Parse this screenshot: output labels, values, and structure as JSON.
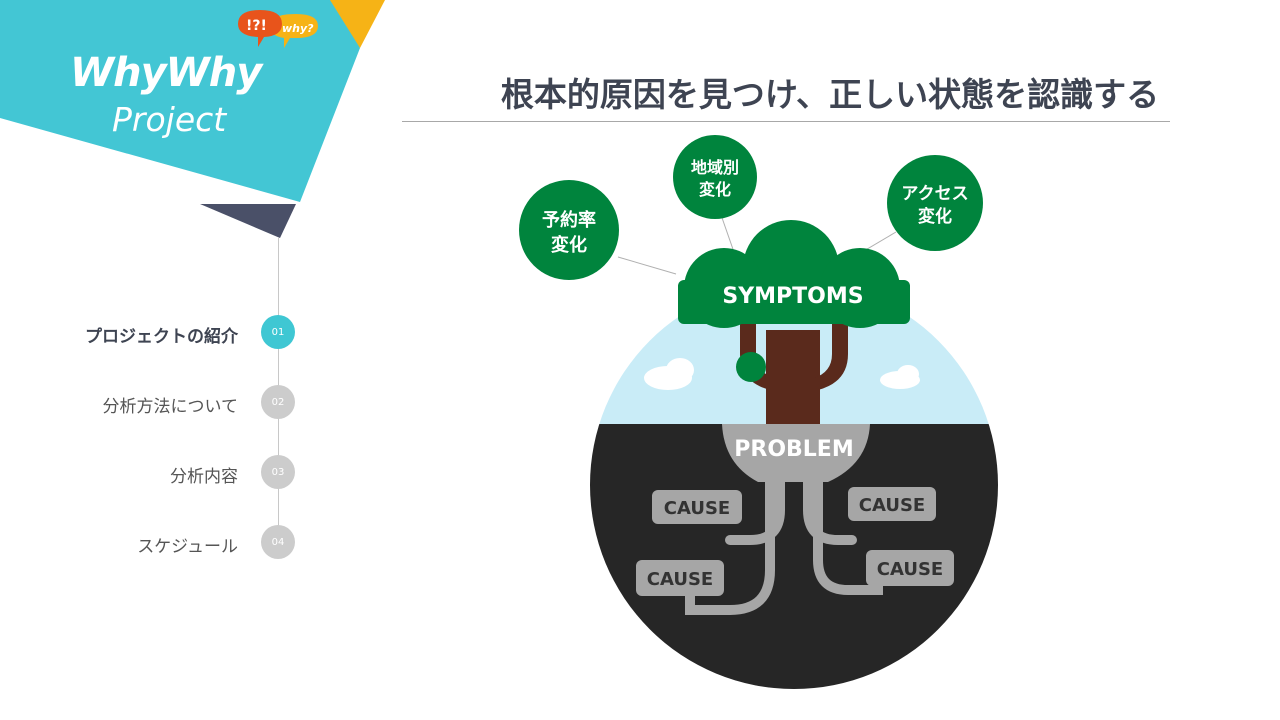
{
  "logo": {
    "title": "WhyWhy",
    "subtitle": "Project",
    "bubble_left": "!?!",
    "bubble_right": "why?"
  },
  "page_title": "根本的原因を見つけ、正しい状態を認識する",
  "nav": [
    {
      "label": "プロジェクトの紹介",
      "number": "01",
      "active": true
    },
    {
      "label": "分析方法について",
      "number": "02",
      "active": false
    },
    {
      "label": "分析内容",
      "number": "03",
      "active": false
    },
    {
      "label": "スケジュール",
      "number": "04",
      "active": false
    }
  ],
  "diagram": {
    "symptoms_label": "SYMPTOMS",
    "problem_label": "PROBLEM",
    "causes": [
      "CAUSE",
      "CAUSE",
      "CAUSE",
      "CAUSE"
    ],
    "bubbles": [
      {
        "line1": "予約率",
        "line2": "変化"
      },
      {
        "line1": "地域別",
        "line2": "変化"
      },
      {
        "line1": "アクセス",
        "line2": "変化"
      }
    ]
  },
  "colors": {
    "teal": "#43c6d4",
    "navy": "#4a5068",
    "gold": "#f6b316",
    "green": "#00843d",
    "nav_active": "#3fc7d3",
    "nav_inactive": "#cccccc"
  }
}
